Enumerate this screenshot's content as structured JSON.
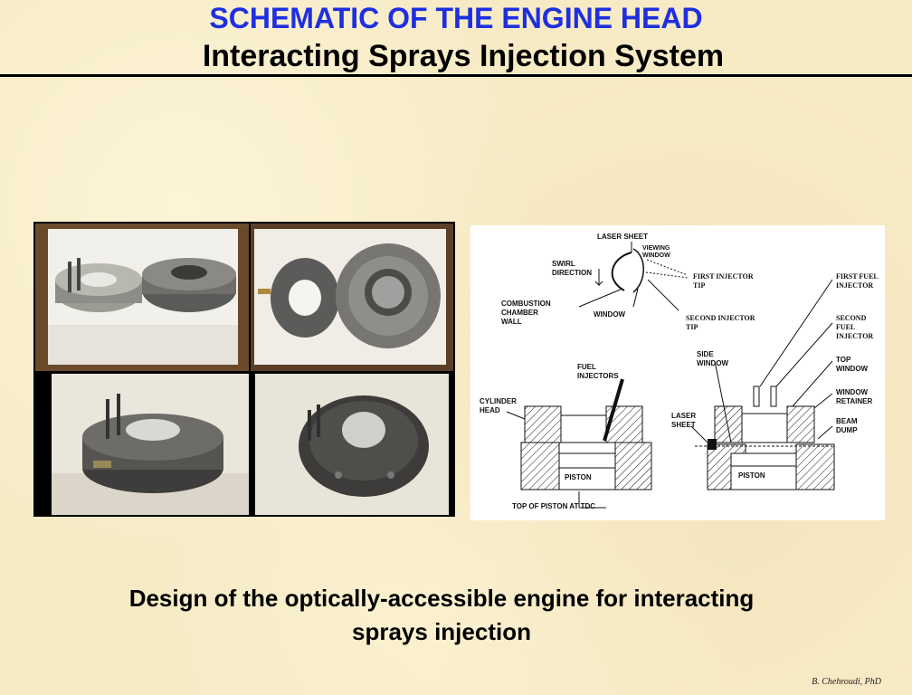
{
  "slide": {
    "title": "SCHEMATIC OF THE ENGINE HEAD",
    "subtitle": "Interacting Sprays Injection System",
    "caption_line1": "Design of the optically-accessible engine  for interacting",
    "caption_line2": "sprays injection",
    "credit": "B. Chehroudi, PhD"
  },
  "colors": {
    "title": "#1e2fe0",
    "background": "#f7ebc6"
  },
  "diagram_labels": {
    "laser_sheet_top": "LASER SHEET",
    "viewing_window": "VIEWING WINDOW",
    "swirl_direction": "SWIRL DIRECTION",
    "first_injector_tip": "FIRST  INJECTOR TIP",
    "combustion_chamber_wall": "COMBUSTION CHAMBER WALL",
    "window": "WINDOW",
    "second_injector_tip": "SECOND  INJECTOR TIP",
    "first_fuel_injector": "FIRST FUEL INJECTOR",
    "second_fuel_injector": "SECOND FUEL INJECTOR",
    "side_window": "SIDE WINDOW",
    "top_window": "TOP WINDOW",
    "fuel_injectors": "FUEL INJECTORS",
    "window_retainer": "WINDOW RETAINER",
    "cylinder_head": "CYLINDER HEAD",
    "laser_sheet": "LASER SHEET",
    "beam_dump": "BEAM DUMP",
    "piston_left": "PISTON",
    "piston_right": "PISTON",
    "top_of_piston": "TOP OF PISTON AT TDC"
  }
}
